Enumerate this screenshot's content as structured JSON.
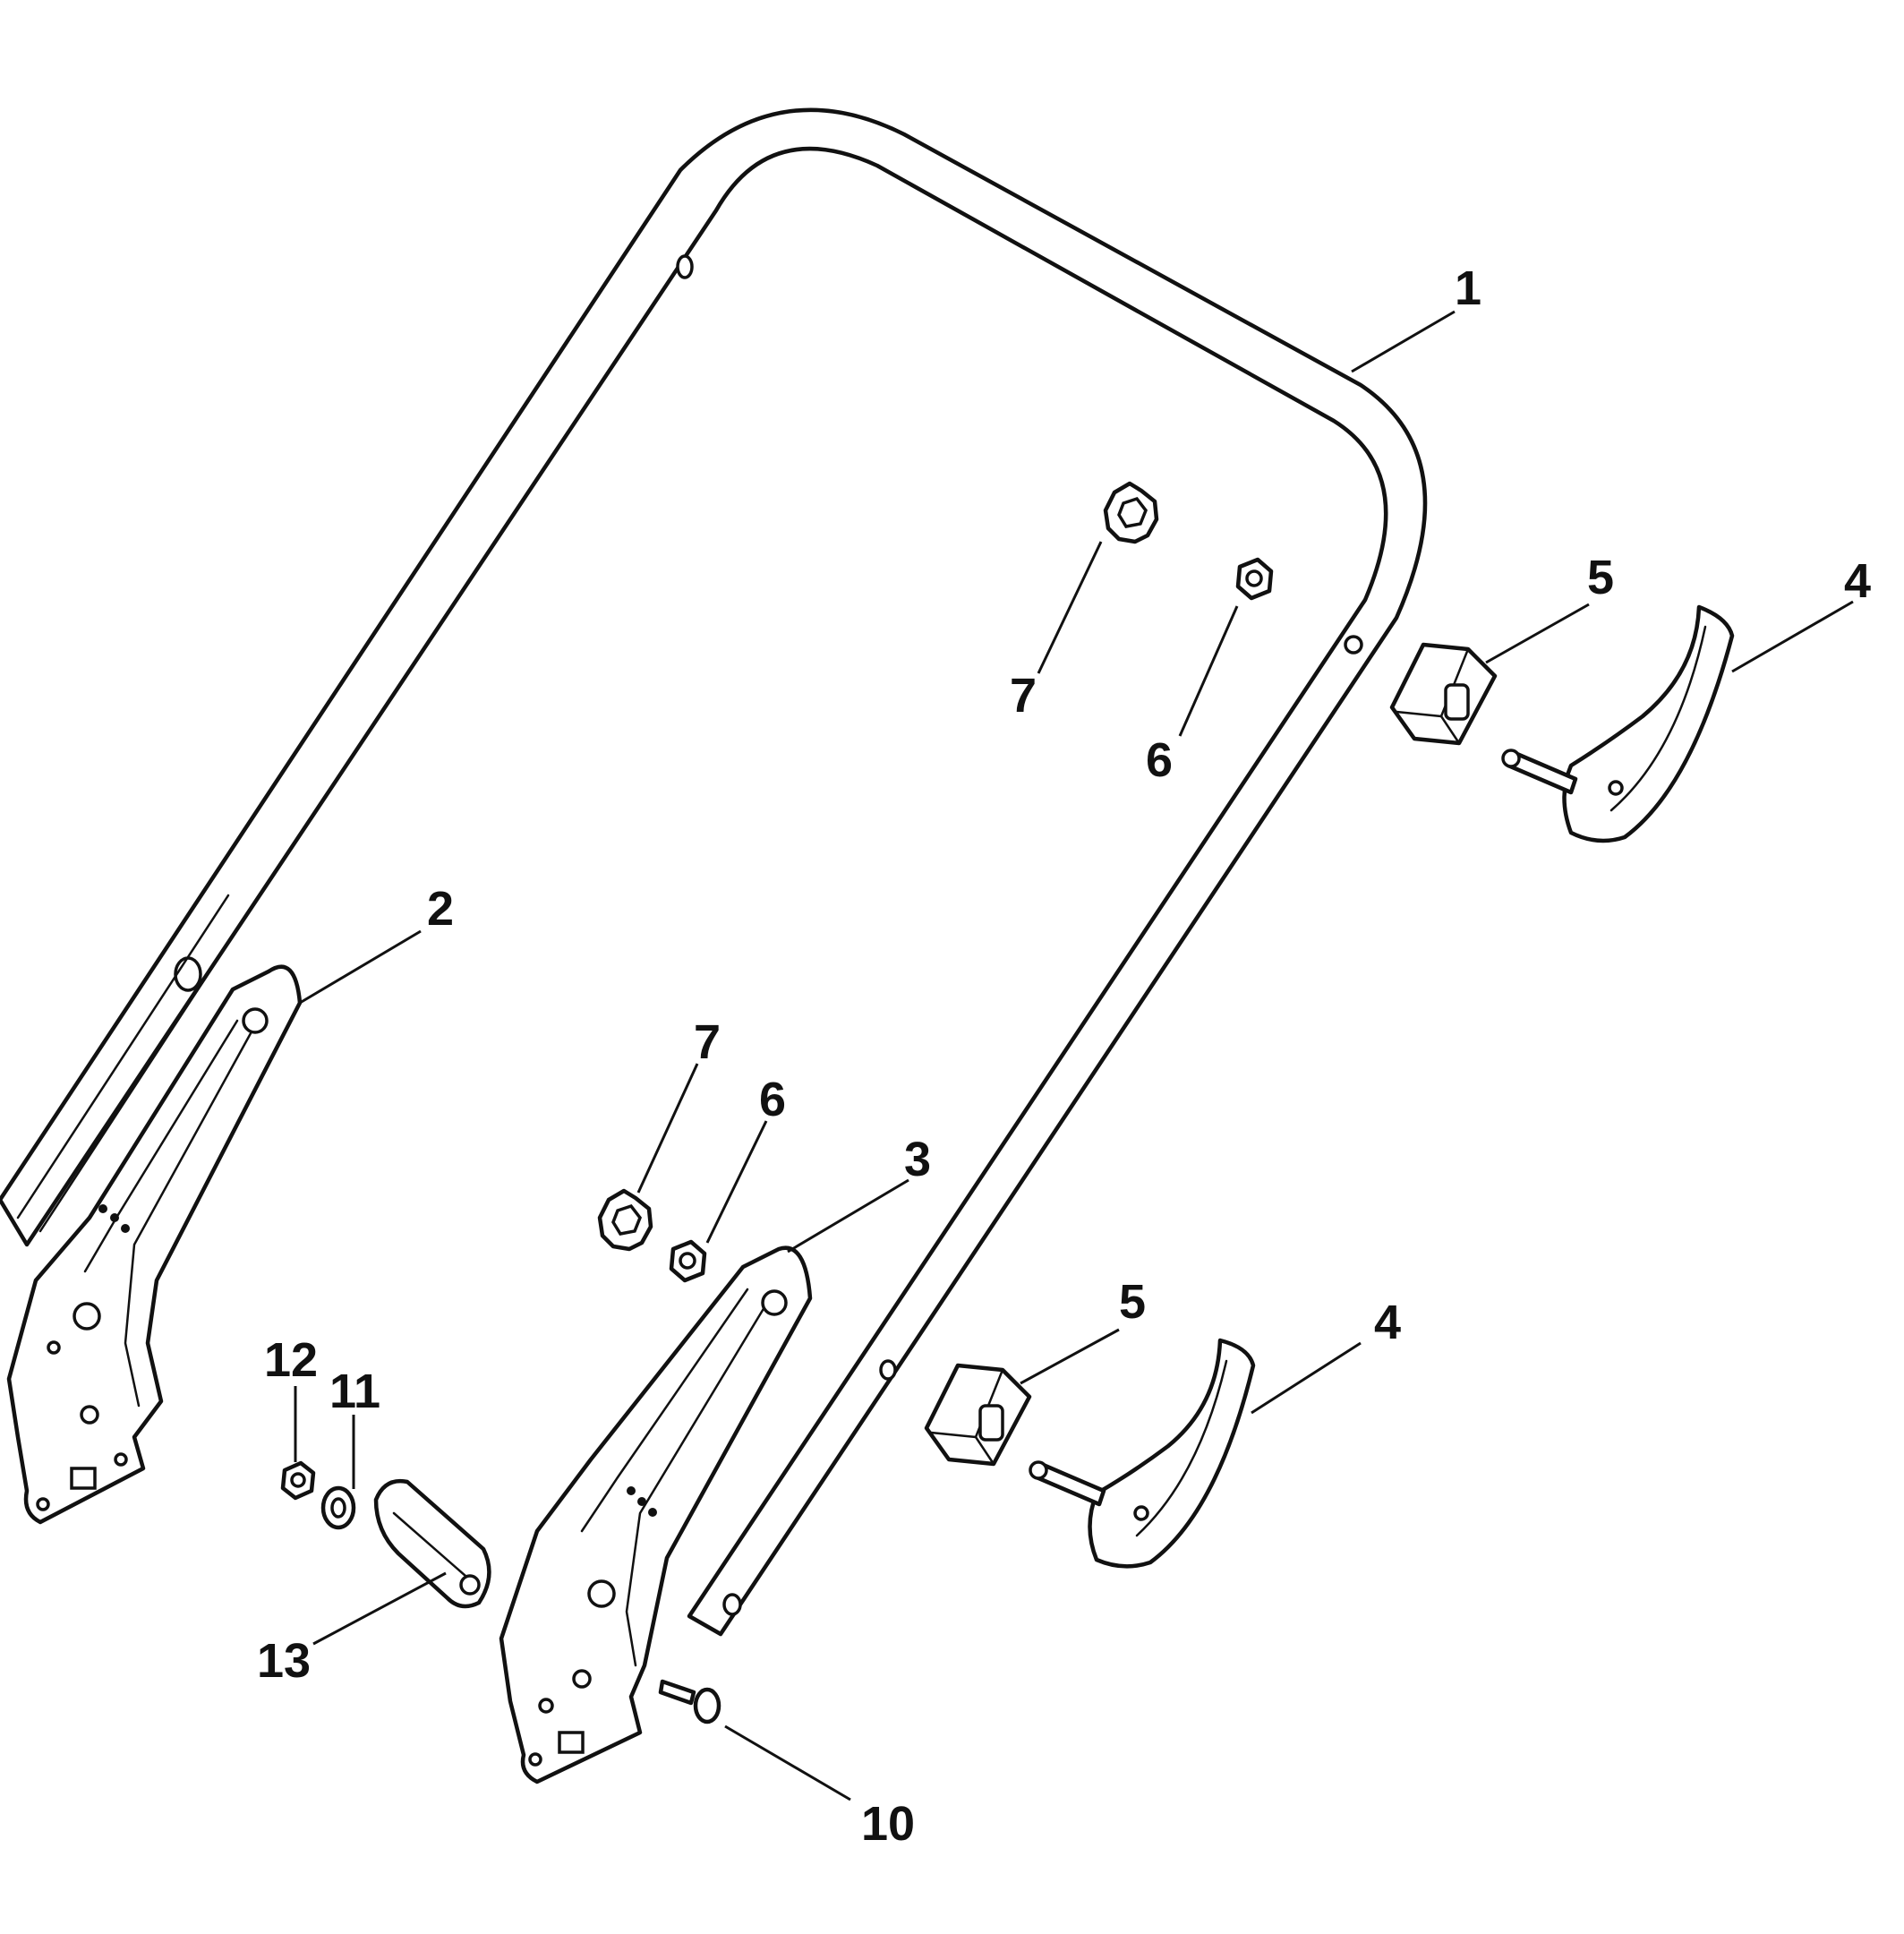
{
  "colors": {
    "line": "#111111",
    "background": "#ffffff"
  },
  "callouts": [
    {
      "id": "c1",
      "text": "1"
    },
    {
      "id": "c2",
      "text": "2"
    },
    {
      "id": "c3",
      "text": "3"
    },
    {
      "id": "c4a",
      "text": "4"
    },
    {
      "id": "c4b",
      "text": "4"
    },
    {
      "id": "c5a",
      "text": "5"
    },
    {
      "id": "c5b",
      "text": "5"
    },
    {
      "id": "c6a",
      "text": "6"
    },
    {
      "id": "c6b",
      "text": "6"
    },
    {
      "id": "c7a",
      "text": "7"
    },
    {
      "id": "c7b",
      "text": "7"
    },
    {
      "id": "c10",
      "text": "10"
    },
    {
      "id": "c11",
      "text": "11"
    },
    {
      "id": "c12",
      "text": "12"
    },
    {
      "id": "c13",
      "text": "13"
    }
  ]
}
